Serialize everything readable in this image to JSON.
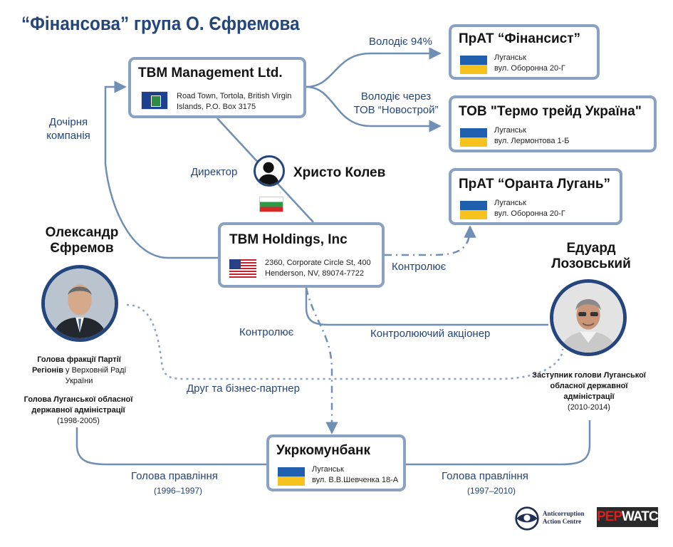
{
  "title": "“Фінансова” група О. Єфремова",
  "entities": {
    "tbm_management": {
      "name": "TBM Management Ltd.",
      "address_line1": "Road Town, Tortola, British Virgin",
      "address_line2": "Islands, P.O. Box 3175"
    },
    "finansyst": {
      "name": "ПрАТ “Фінансист”",
      "city": "Луганськ",
      "street": "вул. Оборонна 20-Г"
    },
    "termo_treid": {
      "name": "ТОВ \"Термо трейд Україна\"",
      "city": "Луганськ",
      "street": "вул. Лермонтова 1-Б"
    },
    "oranta": {
      "name": "ПрАТ “Оранта Лугань”",
      "city": "Луганськ",
      "street": "вул. Оборонна 20-Г"
    },
    "tbm_holdings": {
      "name": "TBM Holdings, Inc",
      "address_line1": "2360, Corporate Circle St, 400",
      "address_line2": "Henderson, NV, 89074-7722"
    },
    "ukrkomunbank": {
      "name": "Укркомунбанк",
      "city": "Луганськ",
      "street": "вул. В.В.Шевченка 18-А"
    }
  },
  "people": {
    "kolev": {
      "name": "Христо Колев"
    },
    "yefremov": {
      "name_line1": "Олександр",
      "name_line2": "Єфремов",
      "role1_bold": "Голова фракції Партії Регіонів",
      "role1_rest": " у Верховній Раді України",
      "role2": "Голова Луганської обласної державної адміністрації",
      "role2_years": "(1998-2005)"
    },
    "lozovskyi": {
      "name_line1": "Едуард",
      "name_line2": "Лозовський",
      "role": "Заступник голови Луганської обласної державної адміністрації",
      "role_years": "(2010-2014)"
    }
  },
  "relations": {
    "owns_94": "Володіє 94%",
    "owns_via_line1": "Володіє через",
    "owns_via_line2": "ТОВ “Новострой”",
    "subsidiary_line1": "Дочірня",
    "subsidiary_line2": "компанія",
    "director": "Директор",
    "controls_oranta": "Контролює",
    "controls_bank": "Контролює",
    "controlling_shareholder": "Контролюючий акціонер",
    "friend_partner": "Друг та бізнес-партнер",
    "chairman_left": "Голова правління",
    "chairman_left_years": "(1996–1997)",
    "chairman_right": "Голова правління",
    "chairman_right_years": "(1997–2010)"
  },
  "logos": {
    "acc_line1": "Anticorruption",
    "acc_line2": "Action Centre",
    "pep_a": "PEP",
    "pep_b": "WATCH!"
  },
  "colors": {
    "dark_blue": "#24467a",
    "box_border": "#8aa2c2",
    "line": "#6f8fb5"
  },
  "icons": [
    "person-silhouette-icon",
    "flag-bulgaria-icon",
    "flag-ukraine-icon",
    "flag-usa-icon",
    "flag-bvi-icon",
    "acc-eye-logo-icon"
  ]
}
